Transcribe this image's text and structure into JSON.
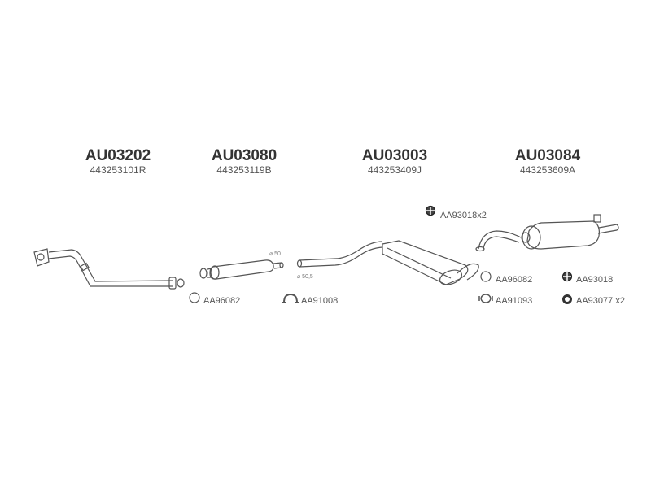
{
  "sections": [
    {
      "code": "AU03202",
      "oem": "443253101R"
    },
    {
      "code": "AU03080",
      "oem": "443253119B"
    },
    {
      "code": "AU03003",
      "oem": "443253409J"
    },
    {
      "code": "AU03084",
      "oem": "443253609A"
    }
  ],
  "dimensions": {
    "d1": "⌀ 50",
    "d2": "⌀ 50,5"
  },
  "accessories": [
    {
      "ref": "AA96082",
      "icon": "ring-gasket-icon"
    },
    {
      "ref": "AA91008",
      "icon": "clamp-icon"
    },
    {
      "ref": "AA93018x2",
      "icon": "rubber-mount-icon"
    },
    {
      "ref": "AA96082",
      "icon": "ring-gasket-icon"
    },
    {
      "ref": "AA93018",
      "icon": "rubber-mount-icon"
    },
    {
      "ref": "AA91093",
      "icon": "clamp-icon"
    },
    {
      "ref": "AA93077 x2",
      "icon": "rubber-ring-icon"
    }
  ]
}
